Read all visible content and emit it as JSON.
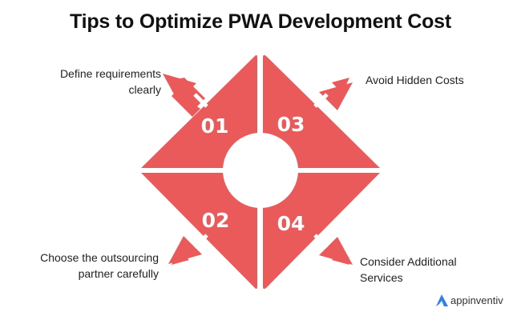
{
  "title": "Tips to Optimize PWA Development Cost",
  "tips": [
    {
      "number": "01",
      "label_line1": "Define requirements",
      "label_line2": "clearly"
    },
    {
      "number": "02",
      "label_line1": "Choose the outsourcing",
      "label_line2": "partner carefully"
    },
    {
      "number": "03",
      "label_line1": "Avoid Hidden Costs",
      "label_line2": ""
    },
    {
      "number": "04",
      "label_line1": "Consider Additional",
      "label_line2": "Services"
    }
  ],
  "brand": {
    "name": "appinventiv",
    "logo_icon": "appinventiv-a-icon"
  },
  "colors": {
    "accent": "#EB5A5A",
    "text": "#222222",
    "logo_blue": "#2F80ED"
  }
}
